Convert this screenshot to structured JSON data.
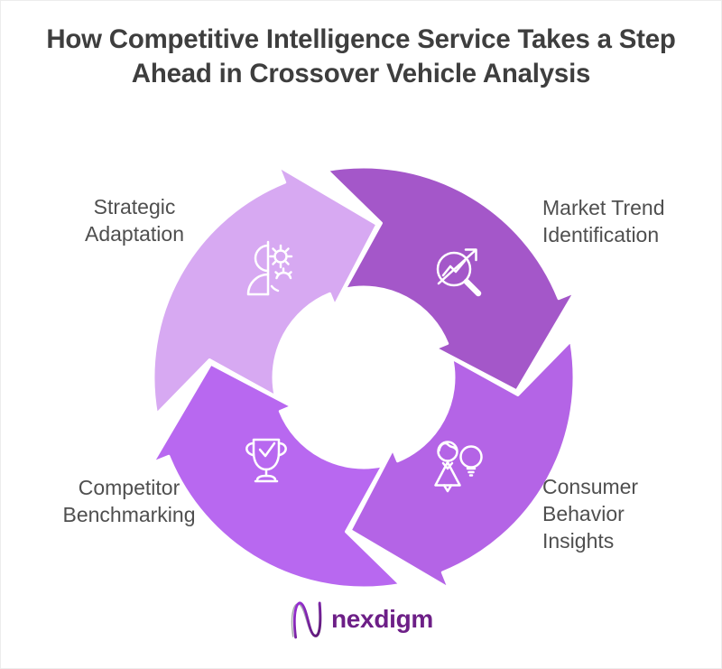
{
  "title": {
    "line1": "How Competitive Intelligence Service Takes a Step",
    "line2": "Ahead in Crossover Vehicle Analysis"
  },
  "colors": {
    "background": "#ffffff",
    "title_text": "#3e3e3e",
    "label_text": "#4f4f4f",
    "gap_stroke": "#ffffff",
    "logo_purple": "#6d1f87",
    "logo_gray": "#a8a8b0"
  },
  "cycle": {
    "direction": "clockwise",
    "segments": [
      {
        "id": "strategic-adaptation",
        "position": "top-left",
        "head_angle": 0,
        "color": "#d7a9f2",
        "icon": "person-gear-icon",
        "lines": [
          "Strategic",
          "Adaptation"
        ]
      },
      {
        "id": "market-trend-identification",
        "position": "top-right",
        "head_angle": 90,
        "color": "#a457c9",
        "icon": "trend-magnifier-icon",
        "lines": [
          "Market Trend",
          "Identification"
        ]
      },
      {
        "id": "consumer-behavior-insights",
        "position": "bottom-right",
        "head_angle": 180,
        "color": "#b464e6",
        "icon": "person-lightbulb-icon",
        "lines": [
          "Consumer",
          "Behavior",
          "Insights"
        ]
      },
      {
        "id": "competitor-benchmarking",
        "position": "bottom-left",
        "head_angle": 270,
        "color": "#b868f0",
        "icon": "trophy-check-icon",
        "lines": [
          "Competitor",
          "Benchmarking"
        ]
      }
    ]
  },
  "logo": {
    "brand": "nexdigm"
  }
}
